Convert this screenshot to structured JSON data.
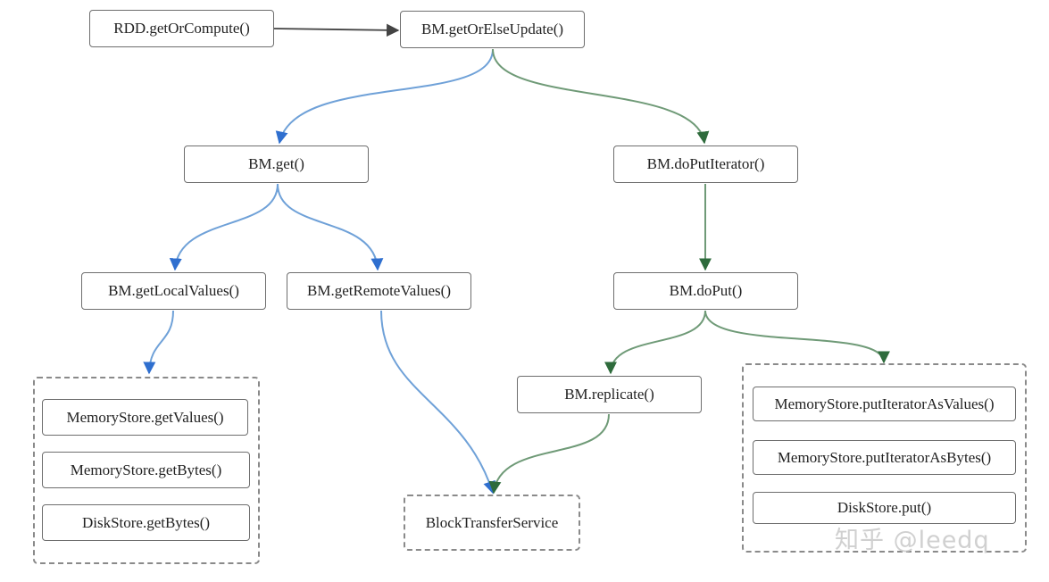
{
  "colors": {
    "blue_edge": "#6fa1d8",
    "blue_arrow": "#2f6fcf",
    "green_edge": "#6f9a77",
    "green_arrow": "#2e6b3c",
    "gray_edge": "#444444"
  },
  "nodes": {
    "rdd_get_or_compute": "RDD.getOrCompute()",
    "bm_get_or_else_update": "BM.getOrElseUpdate()",
    "bm_get": "BM.get()",
    "bm_do_put_iterator": "BM.doPutIterator()",
    "bm_get_local_values": "BM.getLocalValues()",
    "bm_get_remote_values": "BM.getRemoteValues()",
    "bm_do_put": "BM.doPut()",
    "bm_replicate": "BM.replicate()",
    "block_transfer_service": "BlockTransferService"
  },
  "local_store_group": [
    "MemoryStore.getValues()",
    "MemoryStore.getBytes()",
    "DiskStore.getBytes()"
  ],
  "put_store_group": [
    "MemoryStore.putIteratorAsValues()",
    "MemoryStore.putIteratorAsBytes()",
    "DiskStore.put()"
  ],
  "watermark": "知乎 @leedq"
}
